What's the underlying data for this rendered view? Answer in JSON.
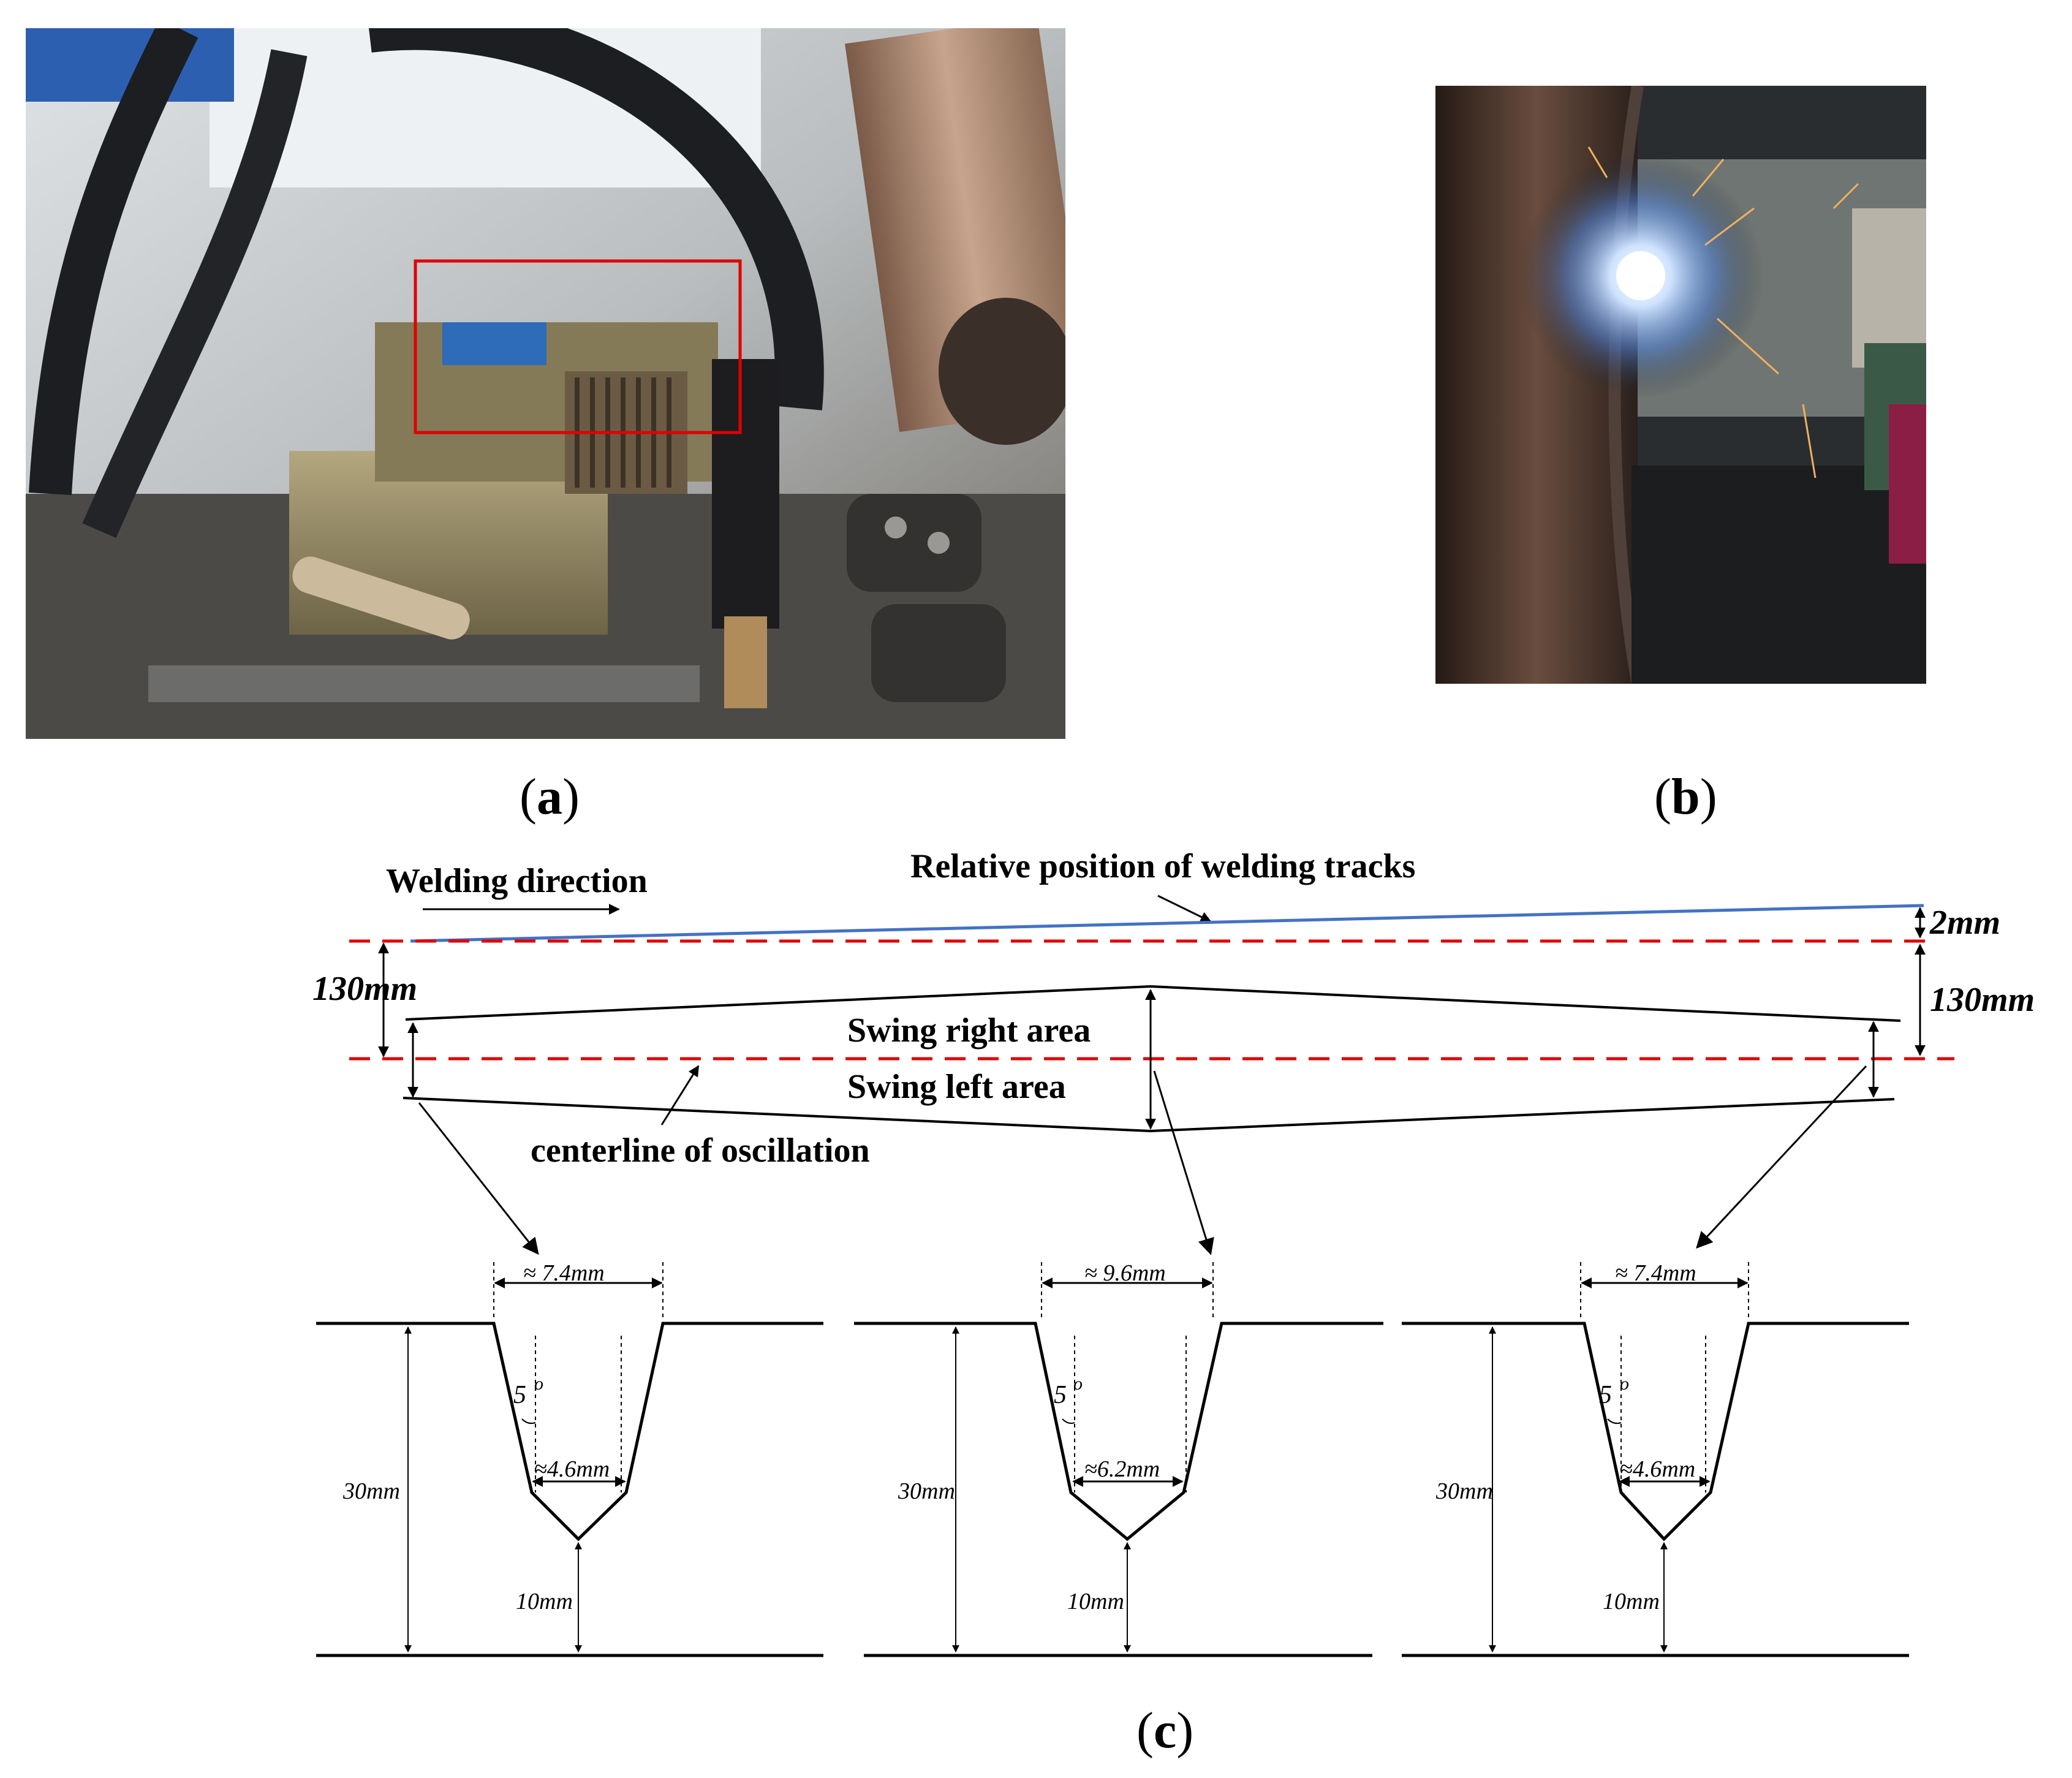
{
  "panel_labels": {
    "a": "a",
    "b": "b",
    "c": "c"
  },
  "diagram": {
    "welding_direction": "Welding direction",
    "track_label": "Relative position of welding tracks",
    "offset_2mm": "2mm",
    "left_130": "130mm",
    "right_130": "130mm",
    "swing_right": "Swing right area",
    "swing_left": "Swing left area",
    "centerline": "centerline of oscillation",
    "grooves": [
      {
        "top_width": "≈ 7.4mm",
        "bottom_width": "≈4.6mm",
        "angle": "5",
        "depth": "30mm",
        "root": "10mm"
      },
      {
        "top_width": "≈ 9.6mm",
        "bottom_width": "≈6.2mm",
        "angle": "5",
        "depth": "30mm",
        "root": "10mm"
      },
      {
        "top_width": "≈ 7.4mm",
        "bottom_width": "≈4.6mm",
        "angle": "5",
        "depth": "30mm",
        "root": "10mm"
      }
    ],
    "colors": {
      "track": "#4472c4",
      "dashed": "#e00000",
      "line": "#000000"
    }
  }
}
